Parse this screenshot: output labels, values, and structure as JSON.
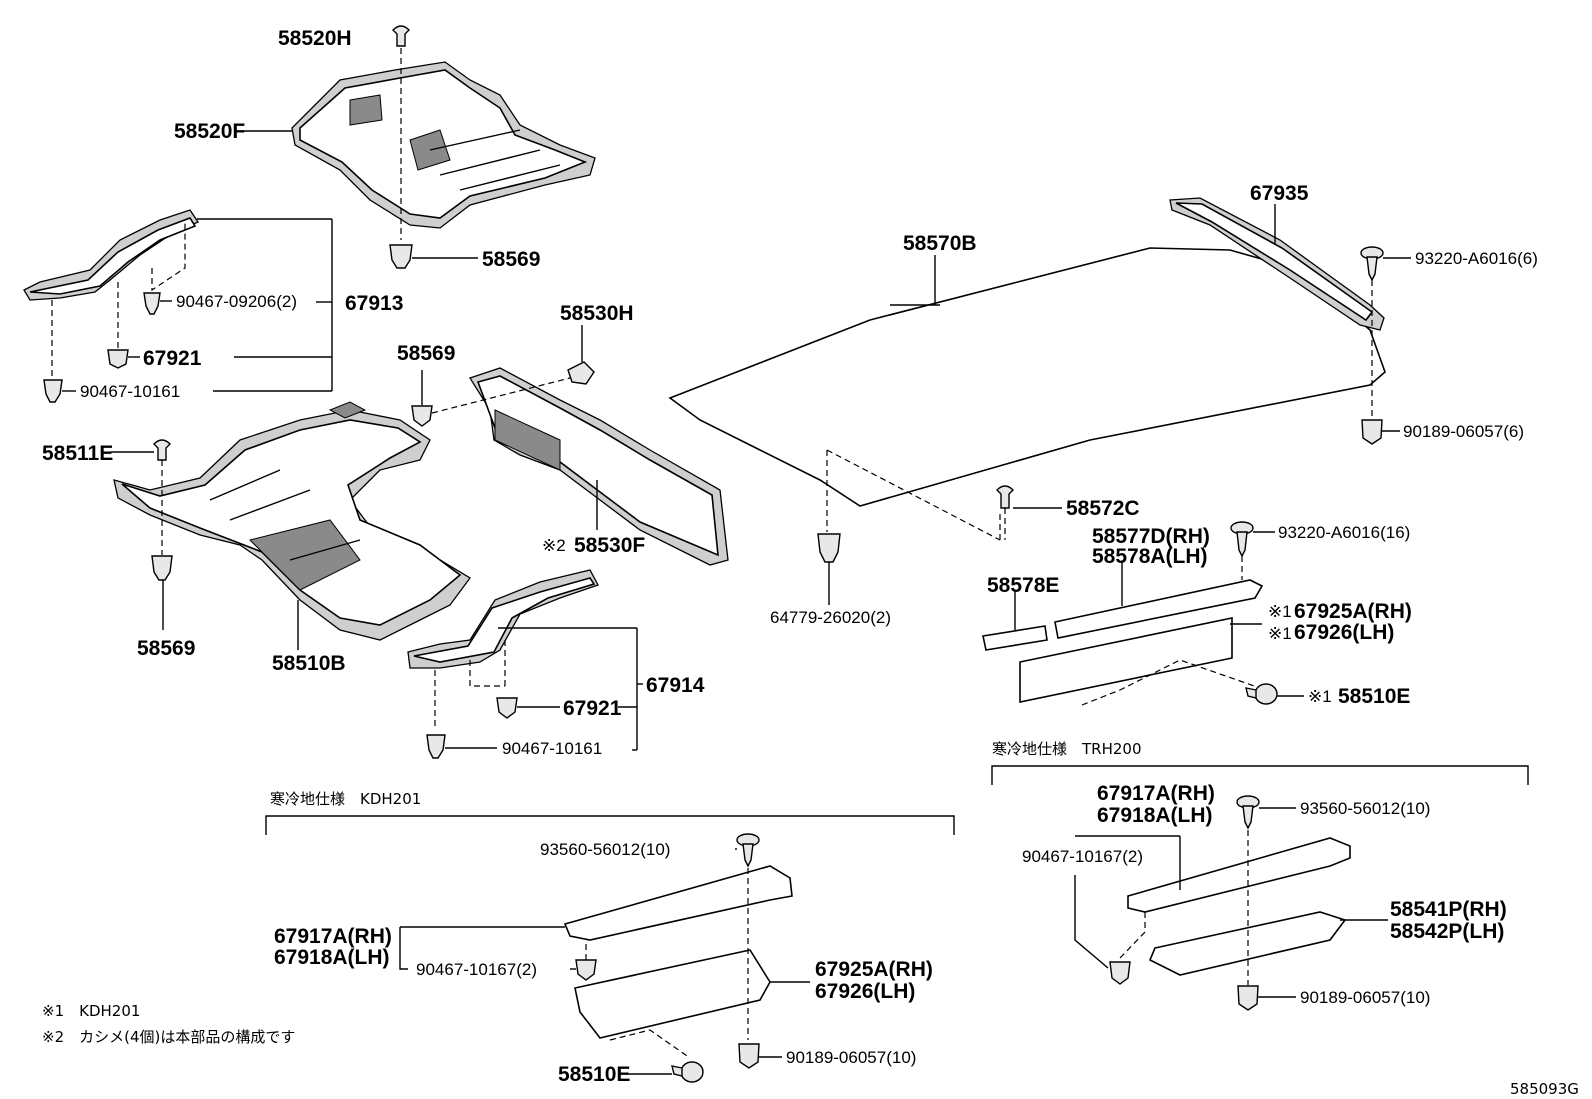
{
  "labels": {
    "p58520H": "58520H",
    "p58520F": "58520F",
    "p58569a": "58569",
    "p90467_09206": "90467-09206(2)",
    "p67913": "67913",
    "p67921a": "67921",
    "p90467_10161a": "90467-10161",
    "p58530H": "58530H",
    "p58569b": "58569",
    "p58511E": "58511E",
    "p58530F": "58530F",
    "p58530F_mark": "※2",
    "p58569c": "58569",
    "p58510B": "58510B",
    "p67914": "67914",
    "p67921b": "67921",
    "p90467_10161b": "90467-10161",
    "p67935": "67935",
    "p58570B": "58570B",
    "p93220_6": "93220-A6016(6)",
    "p90189_6": "90189-06057(6)",
    "p58572C": "58572C",
    "p64779": "64779-26020(2)",
    "p93220_16": "93220-A6016(16)",
    "p58577D": "58577D(RH)",
    "p58578A": "58578A(LH)",
    "p58578E": "58578E",
    "p67925A_a": "67925A(RH)",
    "p67926_a": "67926(LH)",
    "p58510E_a": "58510E",
    "mark1a": "※1",
    "mark1b": "※1",
    "mark1c": "※1",
    "kdh_title": "寒冷地仕様　KDH201",
    "p93560_a": "93560-56012(10)",
    "p67917A_a": "67917A(RH)",
    "p67918A_a": "67918A(LH)",
    "p90467_10167_a": "90467-10167(2)",
    "p67925A_b": "67925A(RH)",
    "p67926_b": "67926(LH)",
    "p90189_10a": "90189-06057(10)",
    "p58510E_b": "58510E",
    "trh_title": "寒冷地仕様　TRH200",
    "p67917A_b": "67917A(RH)",
    "p67918A_b": "67918A(LH)",
    "p93560_b": "93560-56012(10)",
    "p90467_10167_b": "90467-10167(2)",
    "p58541P": "58541P(RH)",
    "p58542P": "58542P(LH)",
    "p90189_10b": "90189-06057(10)",
    "note1": "※1　KDH201",
    "note2": "※2　カシメ(4個)は本部品の構成です",
    "code": "585093G"
  }
}
